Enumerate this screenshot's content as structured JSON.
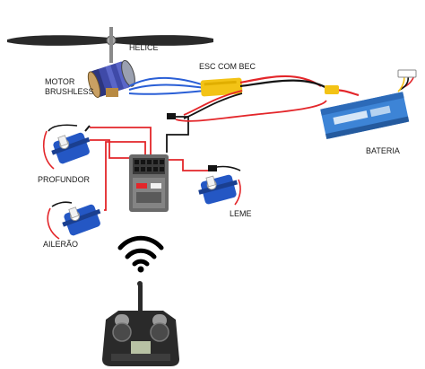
{
  "labels": {
    "helice": "HÉLICE",
    "motor_line1": "MOTOR",
    "motor_line2": "BRUSHLESS",
    "esc": "ESC COM BEC",
    "bateria": "BATERIA",
    "profundor": "PROFUNDOR",
    "leme": "LEME",
    "aileron": "AILERÃO"
  },
  "colors": {
    "wire_red": "#e3262a",
    "wire_black": "#141414",
    "wire_blue": "#2a5fd6",
    "esc_yellow": "#f3c316",
    "battery_blue": "#3d84d6",
    "servo_blue": "#2457c4",
    "receiver_gray": "#6a6a6a",
    "transmitter": "#2a2a2a"
  },
  "icons": {
    "propeller": "propeller-icon",
    "motor": "brushless-motor-icon",
    "esc": "esc-module-icon",
    "battery": "lipo-battery-icon",
    "receiver": "receiver-icon",
    "servo": "servo-icon",
    "wifi": "wifi-signal-icon",
    "transmitter": "radio-transmitter-icon"
  }
}
